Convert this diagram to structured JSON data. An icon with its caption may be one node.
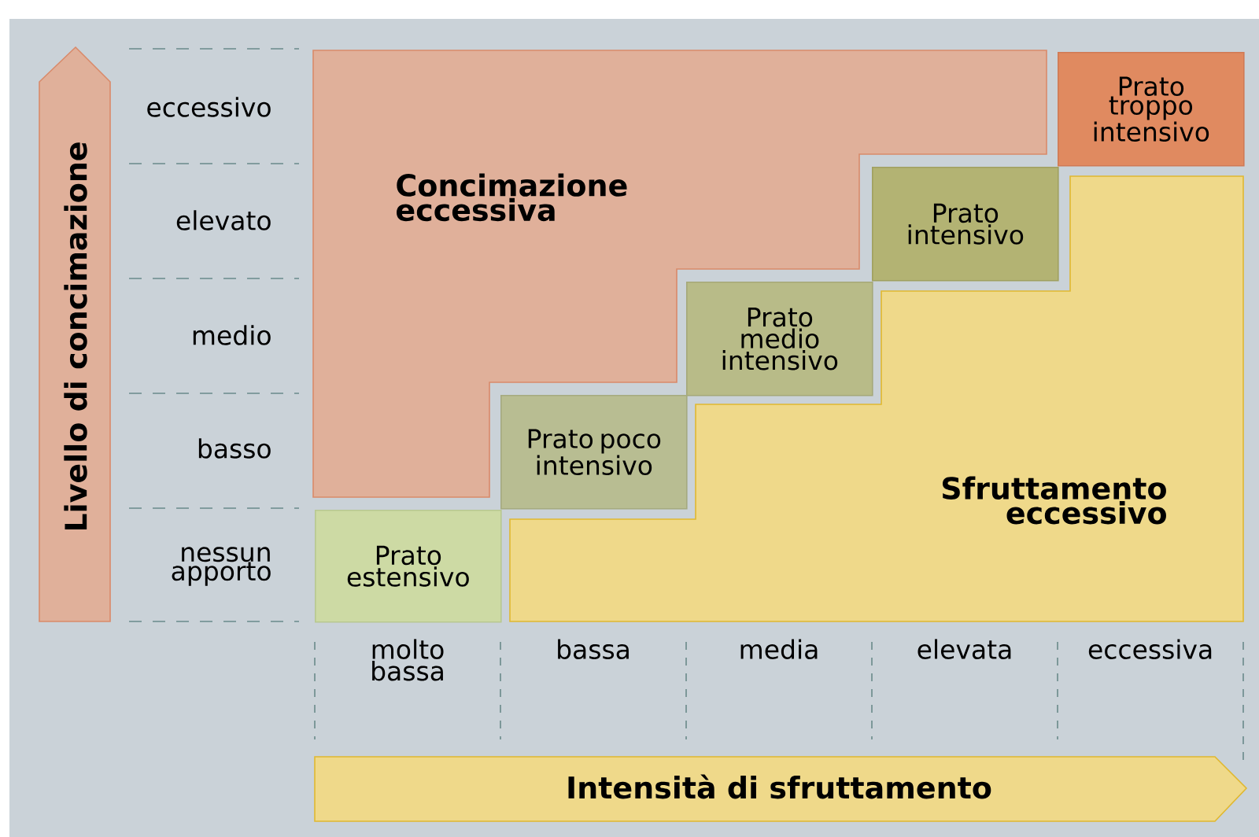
{
  "diagram": {
    "nodes": [
      {
        "text": [
          "Livello di concimazione"
        ]
      },
      {
        "text": [
          "Concimazione eccessiva"
        ]
      },
      {
        "text": [
          "Prato troppo intensivo"
        ]
      },
      {
        "text": [
          "Prato intensivo"
        ]
      },
      {
        "text": [
          "Prato medio intensivo"
        ]
      },
      {
        "text": [
          "Prato poco intensivo"
        ]
      },
      {
        "text": [
          "Prato estensivo"
        ]
      },
      {
        "text": [
          "Sfruttamento eccessivo"
        ]
      },
      {
        "text": [
          "Intensità di sfruttamento"
        ]
      }
    ],
    "labels": [
      "eccessivo",
      "elevato",
      "medio",
      "basso",
      "nessun apporto",
      "molto bassa",
      "bassa",
      "media",
      "elevata",
      "eccessiva"
    ]
  }
}
